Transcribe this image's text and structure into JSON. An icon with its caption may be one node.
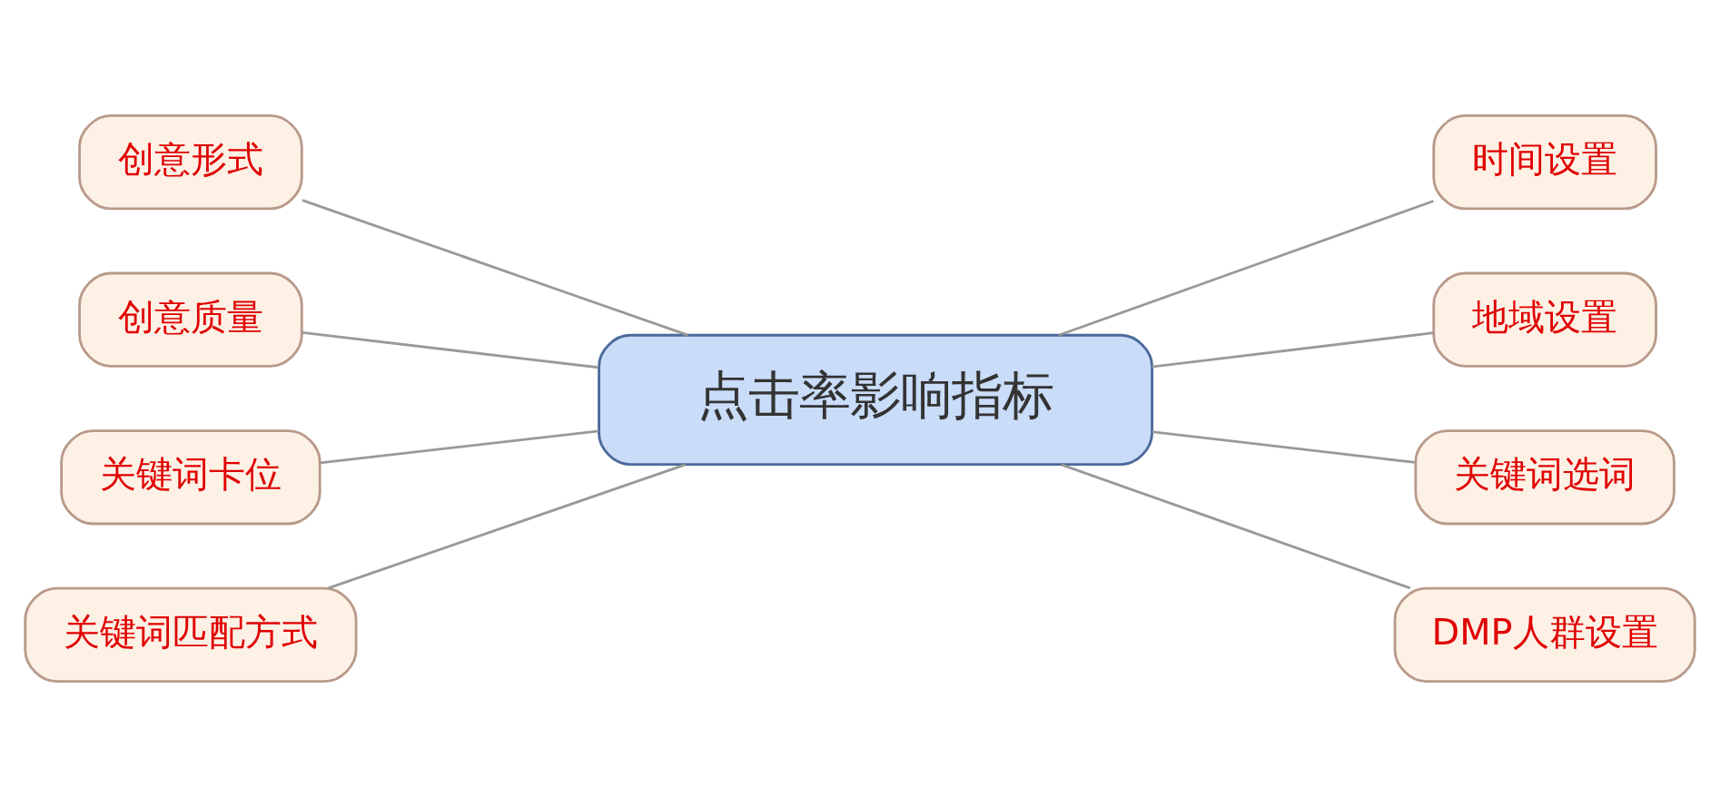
{
  "diagram": {
    "nodes": [
      {
        "text": [
          "点击率影响指标"
        ]
      },
      {
        "text": [
          "创意形式"
        ]
      },
      {
        "text": [
          "创意质量"
        ]
      },
      {
        "text": [
          "关键词卡位"
        ]
      },
      {
        "text": [
          "关键词匹配方式"
        ]
      },
      {
        "text": [
          "时间设置"
        ]
      },
      {
        "text": [
          "地域设置"
        ]
      },
      {
        "text": [
          "关键词选词"
        ]
      },
      {
        "text": [
          "DMP人群设置"
        ]
      }
    ],
    "edges": [
      {
        "from": 1,
        "to": 0,
        "arrow": "none"
      },
      {
        "from": 2,
        "to": 0,
        "arrow": "none"
      },
      {
        "from": 3,
        "to": 0,
        "arrow": "none"
      },
      {
        "from": 4,
        "to": 0,
        "arrow": "none"
      },
      {
        "from": 0,
        "to": 5,
        "arrow": "none"
      },
      {
        "from": 0,
        "to": 6,
        "arrow": "none"
      },
      {
        "from": 0,
        "to": 7,
        "arrow": "none"
      },
      {
        "from": 0,
        "to": 8,
        "arrow": "none"
      }
    ]
  }
}
